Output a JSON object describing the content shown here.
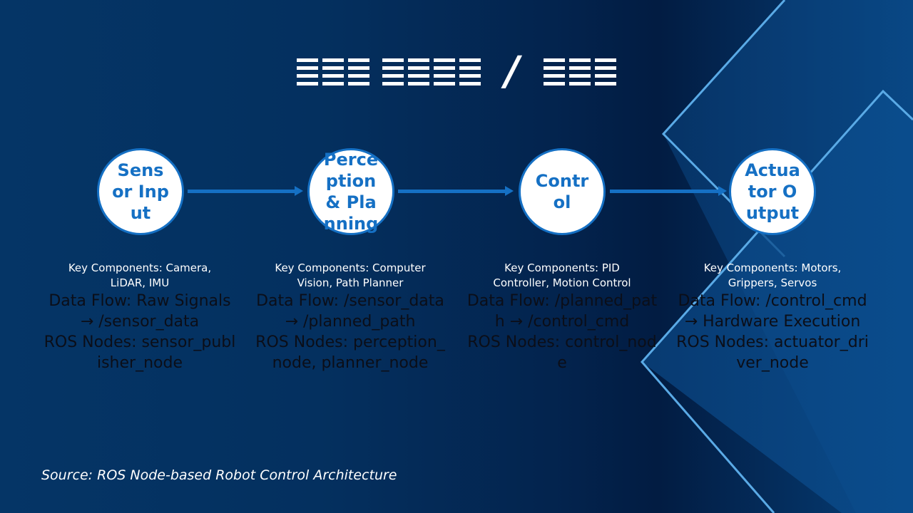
{
  "title": {
    "left_glyph_groups": [
      3,
      4
    ],
    "separator": "/",
    "right_glyph_groups": [
      3
    ]
  },
  "nodes": [
    {
      "label": "Sensor Input",
      "key_components": "Key Components: Camera, LiDAR, IMU",
      "data_flow": "Data Flow: Raw Signals → /sensor_data",
      "ros_nodes": "ROS Nodes: sensor_publisher_node"
    },
    {
      "label": "Perception & Planning",
      "key_components": "Key Components: Computer Vision, Path Planner",
      "data_flow": "Data Flow: /sensor_data → /planned_path",
      "ros_nodes": "ROS Nodes: perception_node, planner_node"
    },
    {
      "label": "Control",
      "key_components": "Key Components: PID Controller, Motion Control",
      "data_flow": "Data Flow: /planned_path → /control_cmd",
      "ros_nodes": "ROS Nodes: control_node"
    },
    {
      "label": "Actuator Output",
      "key_components": "Key Components: Motors, Grippers, Servos",
      "data_flow": "Data Flow: /control_cmd → Hardware Execution",
      "ros_nodes": "ROS Nodes: actuator_driver_node"
    }
  ],
  "source": "Source: ROS Node-based Robot Control Architecture",
  "colors": {
    "accent": "#1570c4",
    "background": "#04305f",
    "node_fill": "#ffffff",
    "decoration": "#5aaae6"
  }
}
